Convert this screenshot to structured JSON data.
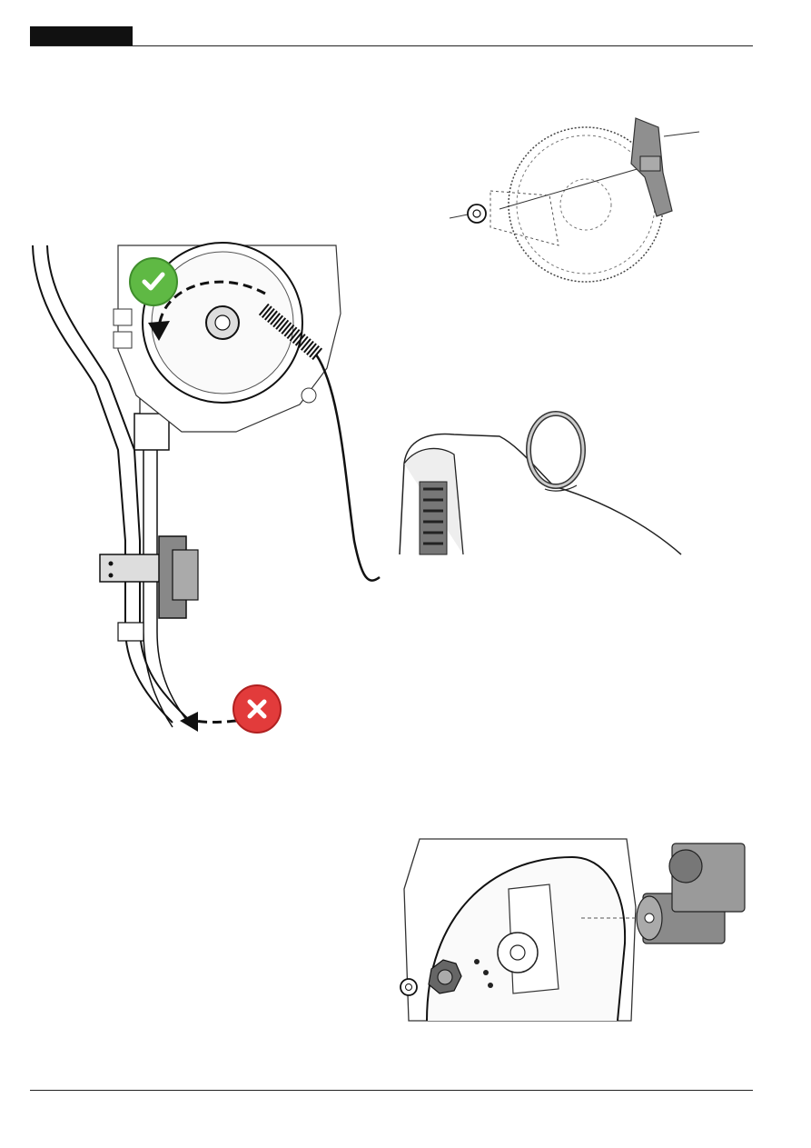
{
  "header": {
    "tab_color": "#111111",
    "rule_color": "#222222"
  },
  "footer": {
    "rule_color": "#222222"
  },
  "figures": [
    {
      "id": "cleaning-brush-figure",
      "icons": [
        "check-icon",
        "cross-icon"
      ],
      "ok_color": "#5fb944",
      "error_color": "#e23b3b"
    },
    {
      "id": "ejector-disc-figure",
      "icons": [
        "circlip-icon"
      ]
    },
    {
      "id": "seal-ring-figure",
      "icons": [
        "seal-ring-icon"
      ]
    },
    {
      "id": "motor-assembly-figure",
      "icons": [
        "motor-icon",
        "knob-icon"
      ]
    }
  ]
}
